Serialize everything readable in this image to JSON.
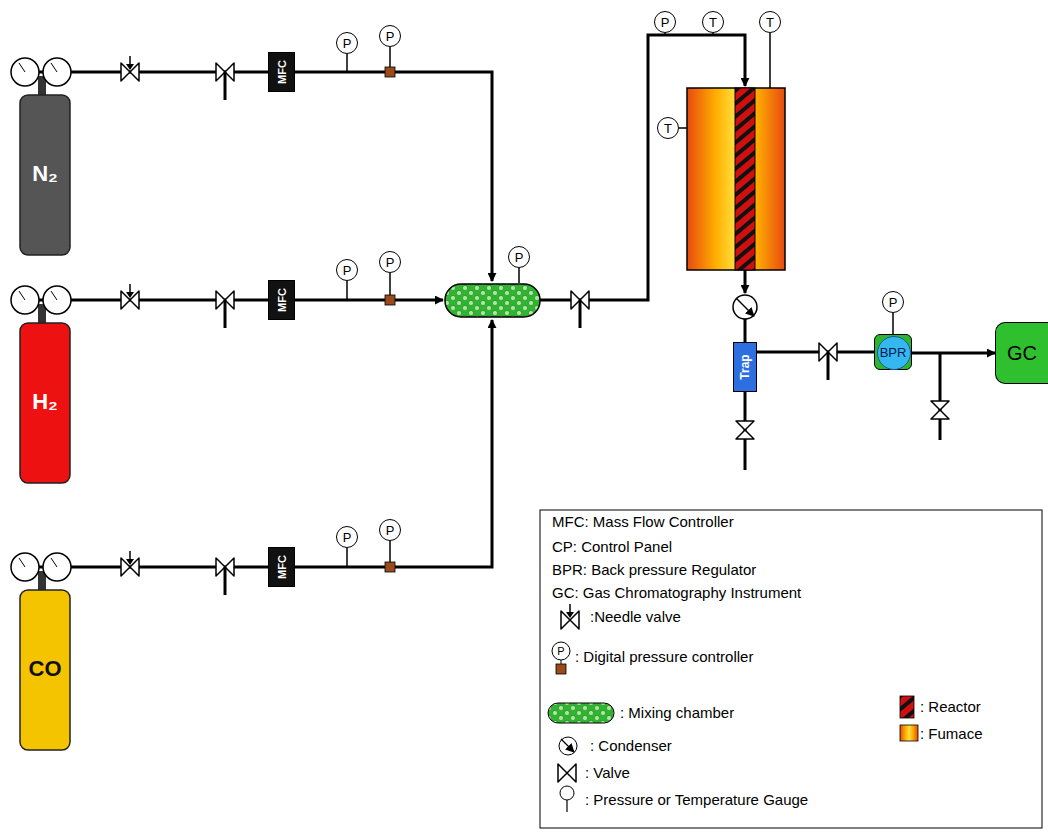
{
  "diagram": {
    "nodes": [
      {
        "text": [
          "N₂"
        ]
      },
      {
        "text": [
          "MFC"
        ]
      },
      {
        "text": [
          "P"
        ]
      },
      {
        "text": [
          "P"
        ]
      },
      {
        "text": [
          "H₂"
        ]
      },
      {
        "text": [
          "MFC"
        ]
      },
      {
        "text": [
          "P"
        ]
      },
      {
        "text": [
          "P"
        ]
      },
      {
        "text": [
          "P"
        ]
      },
      {
        "text": [
          "CO"
        ]
      },
      {
        "text": [
          "MFC"
        ]
      },
      {
        "text": [
          "P"
        ]
      },
      {
        "text": [
          "P"
        ]
      },
      {
        "text": [
          "P"
        ]
      },
      {
        "text": [
          "T"
        ]
      },
      {
        "text": [
          "T"
        ]
      },
      {
        "text": [
          "T"
        ]
      },
      {
        "text": [
          "Trap"
        ]
      },
      {
        "text": [
          "P"
        ]
      },
      {
        "text": [
          "BPR"
        ]
      },
      {
        "text": [
          "GC"
        ]
      }
    ],
    "edges": [
      {
        "from": 0,
        "to": 1,
        "arrow": "none"
      },
      {
        "from": 4,
        "to": 5,
        "arrow": "none"
      },
      {
        "from": 9,
        "to": 10,
        "arrow": "none"
      },
      {
        "from": 17,
        "to": 19,
        "arrow": "none"
      },
      {
        "from": 19,
        "to": 20,
        "arrow": "to"
      }
    ],
    "labels": [
      "P"
    ],
    "legend": [
      {
        "text": "MFC: Mass Flow Controller"
      },
      {
        "text": "CP: Control Panel"
      },
      {
        "text": "BPR: Back pressure Regulator"
      },
      {
        "text": "GC: Gas Chromatography Instrument"
      },
      {
        "text": ":Needle valve"
      },
      {
        "text": ": Digital pressure controller"
      },
      {
        "text": ": Mixing chamber"
      },
      {
        "text": ": Reactor"
      },
      {
        "text": ": Fumace"
      },
      {
        "text": ": Condenser"
      },
      {
        "text": ": Valve"
      },
      {
        "text": ": Pressure or Temperature Gauge"
      }
    ]
  }
}
